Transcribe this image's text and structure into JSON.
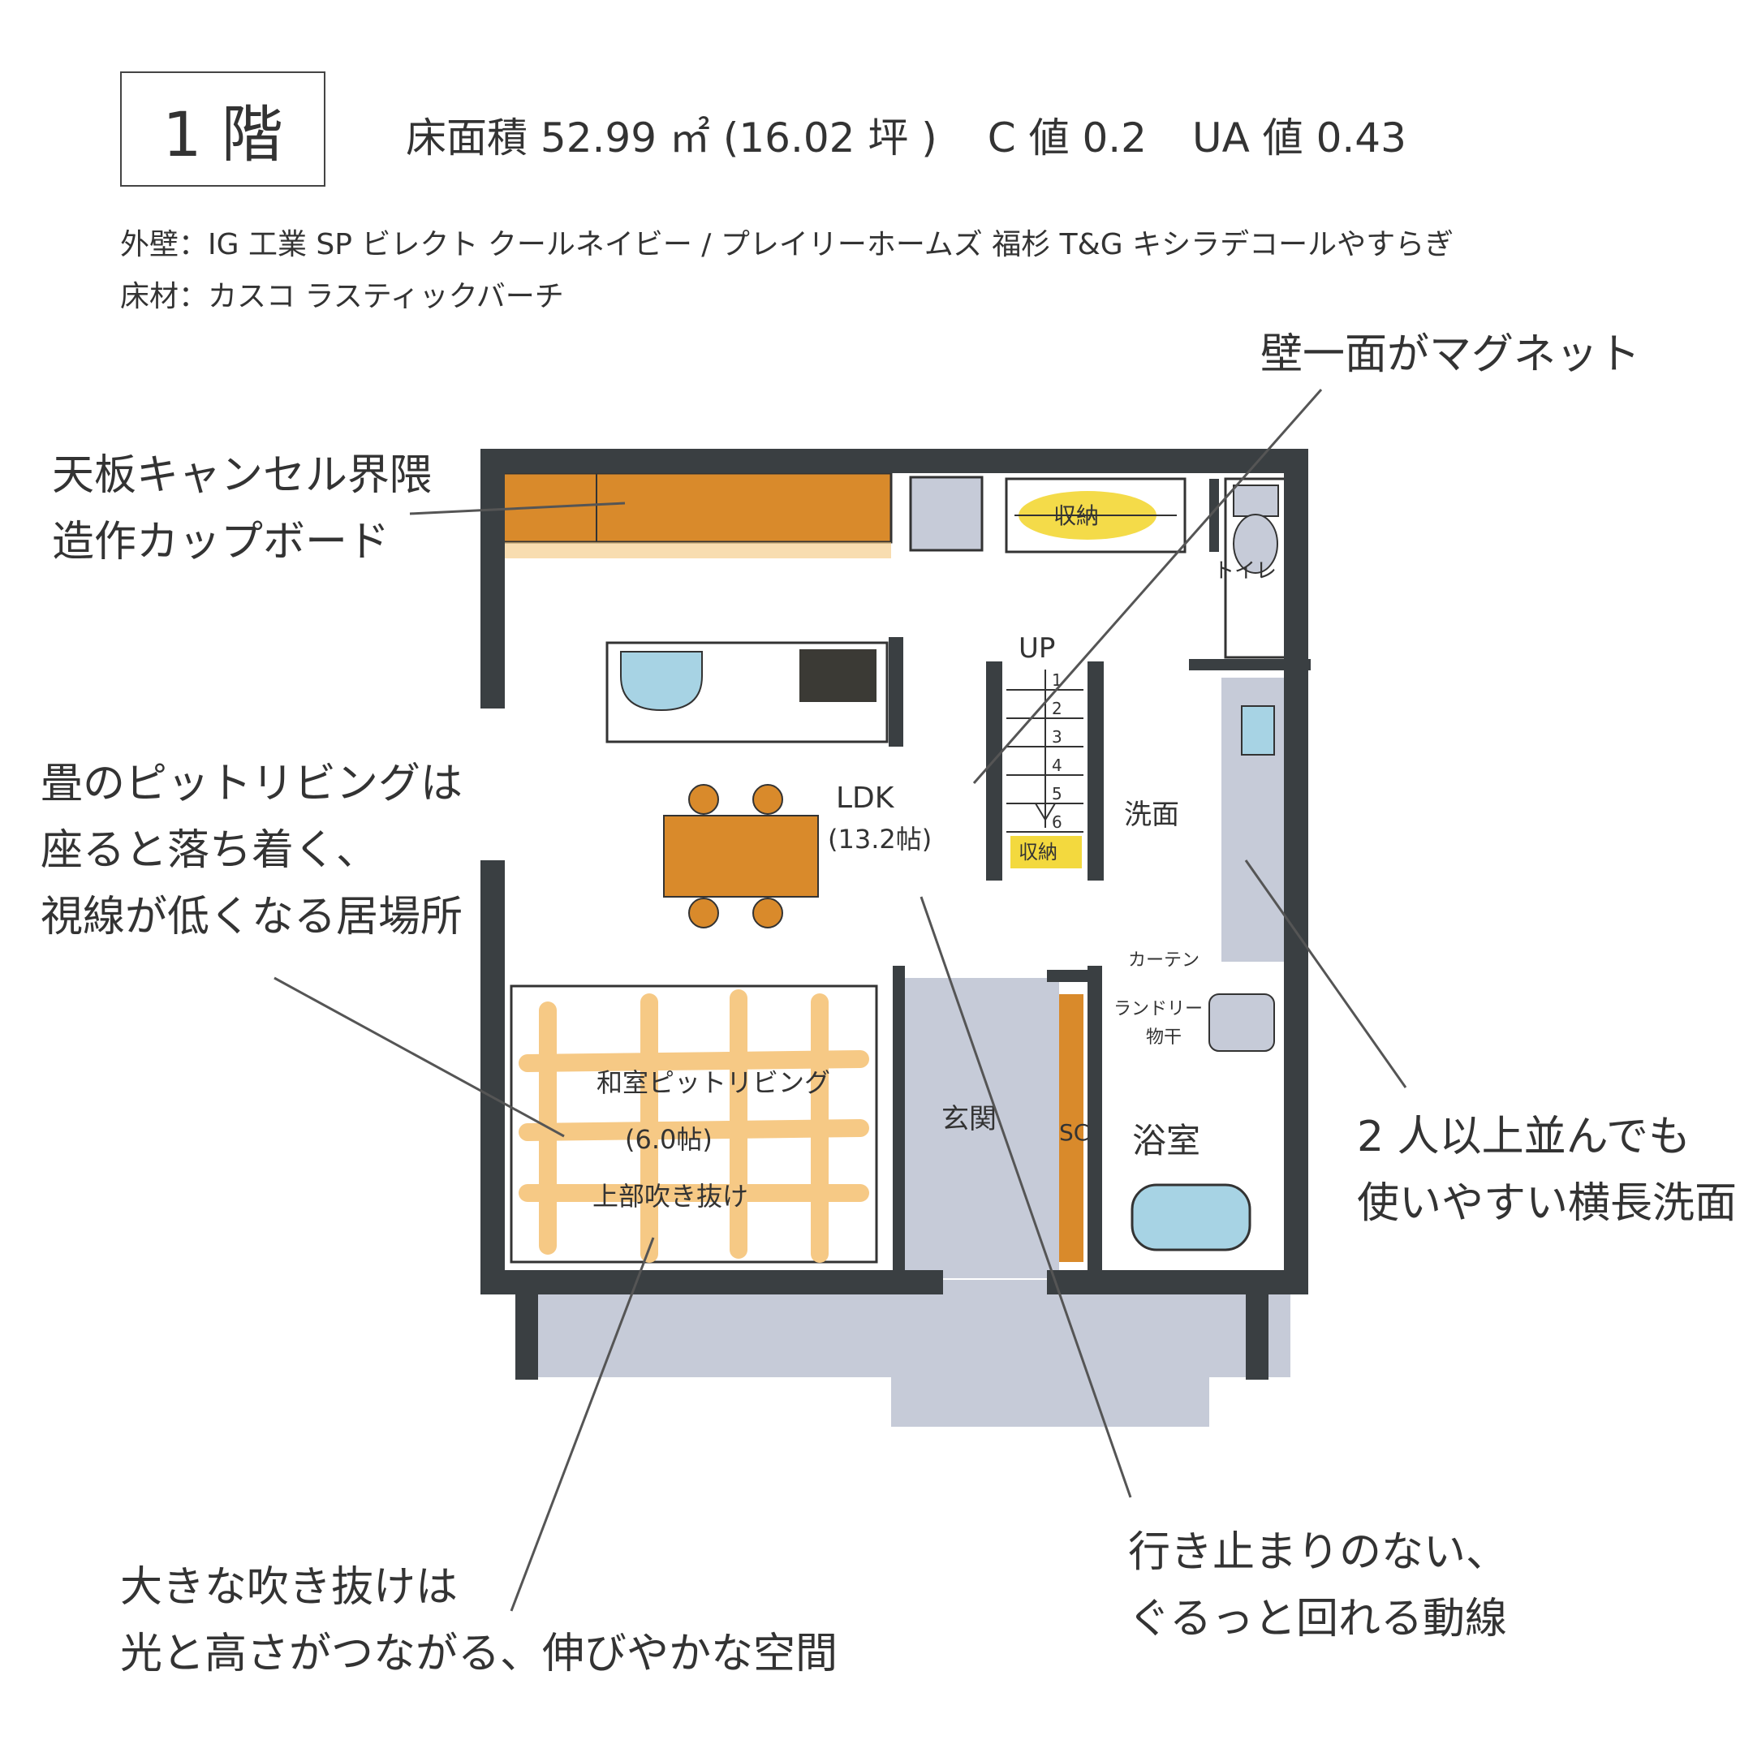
{
  "header": {
    "floor_label": "1 階",
    "floor_area": "床面積 52.99 ㎡ (16.02 坪 )",
    "c_value": "C 値 0.2",
    "ua_value": "UA 値 0.43"
  },
  "materials": {
    "exterior_wall": "外壁：IG 工業 SP ビレクト クールネイビー / プレイリーホームズ 福杉 T&G キシラデコールやすらぎ",
    "flooring": "床材：カスコ ラスティックバーチ"
  },
  "annotations": {
    "cupboard": [
      "天板キャンセル界隈",
      "造作カップボード"
    ],
    "magnet_wall": [
      "壁一面がマグネット"
    ],
    "pit_living": [
      "畳のピットリビングは",
      "座ると落ち着く、",
      "視線が低くなる居場所"
    ],
    "wide_washroom": [
      "2 人以上並んでも",
      "使いやすい横長洗面"
    ],
    "circulation": [
      "行き止まりのない、",
      "ぐるっと回れる動線"
    ],
    "void": [
      "大きな吹き抜けは",
      "光と高さがつながる、伸びやかな空間"
    ]
  },
  "plan_labels": {
    "storage_top": "収納",
    "storage_stairs": "収納",
    "toilet": "トイレ",
    "up": "UP",
    "ldk": "LDK",
    "ldk_size": "(13.2帖)",
    "washroom": "洗面",
    "curtain": "カーテン",
    "laundry": "ランドリー",
    "drying": "物干",
    "bath": "浴室",
    "entrance": "玄関",
    "shoe_closet": "SC",
    "pit_room": "和室ピットリビング",
    "pit_size": "(6.0帖)",
    "pit_void": "上部吹き抜け",
    "stair_numbers": [
      "1",
      "2",
      "3",
      "4",
      "5",
      "6"
    ]
  },
  "colors": {
    "wall": "#3a3f42",
    "wood": "#d98a2b",
    "wood_highlight": "#f3c77c",
    "tile": "#c6cbd8",
    "water": "#a7d3e4",
    "tatami_grid": "#f6c985",
    "storage_highlight": "#f1d21c",
    "leader_line": "#555555"
  }
}
